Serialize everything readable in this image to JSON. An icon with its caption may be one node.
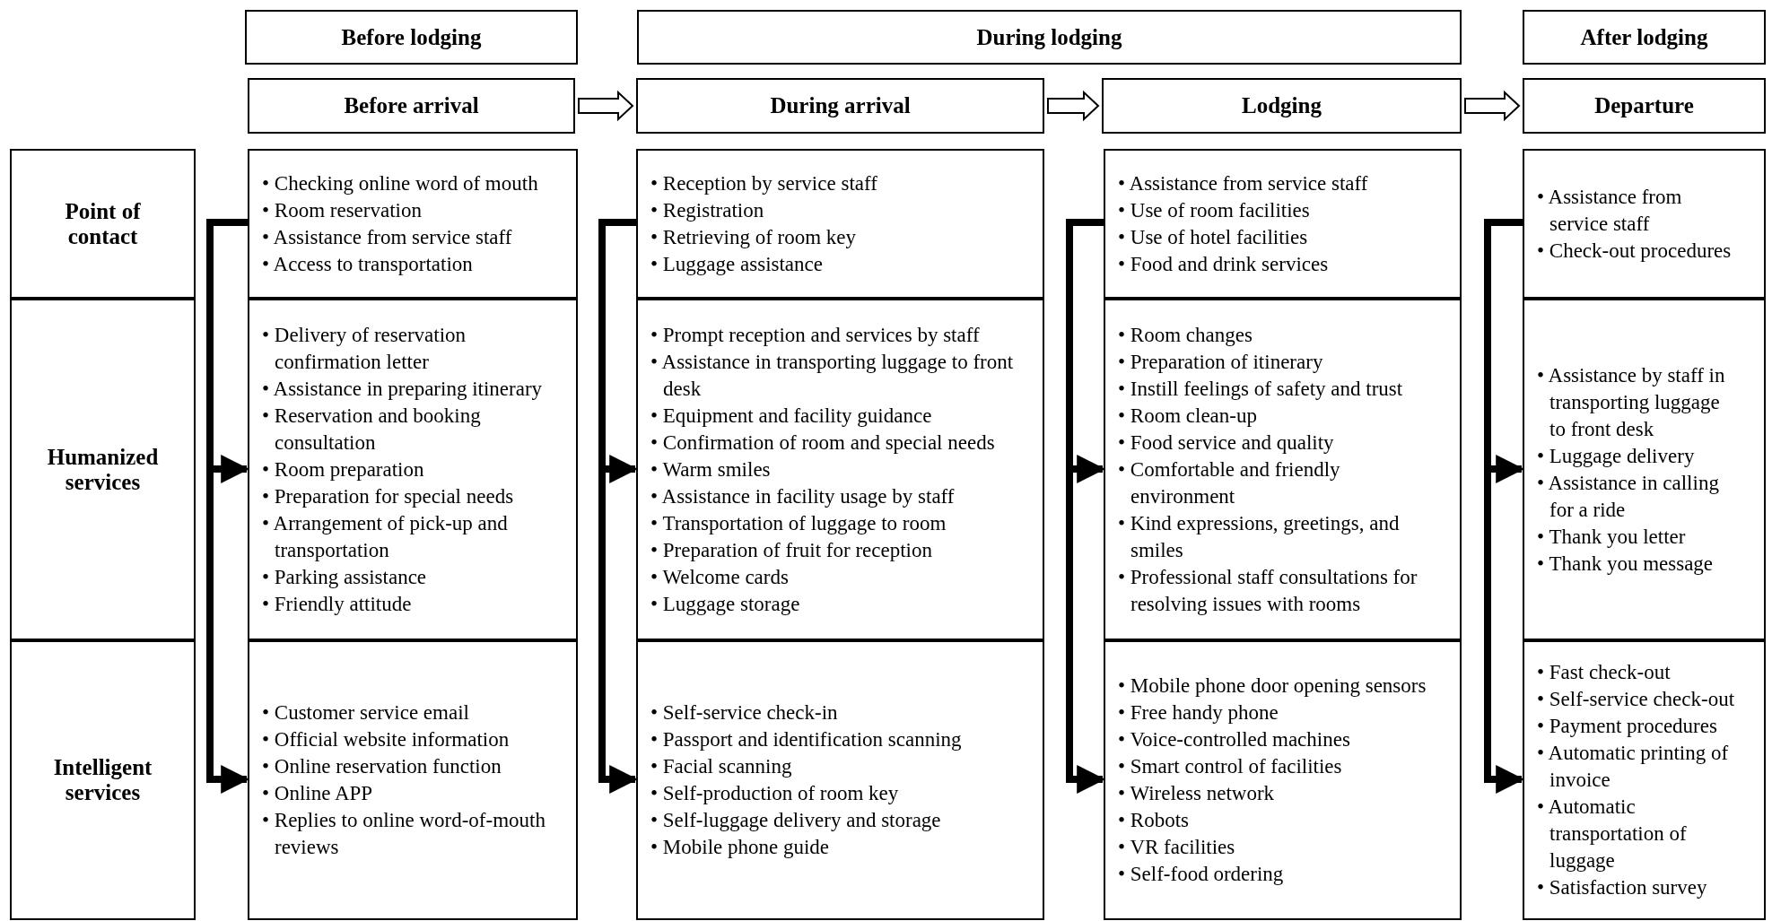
{
  "diagram": {
    "nodes": [
      {
        "text": [
          "Before lodging"
        ]
      },
      {
        "text": [
          "During lodging"
        ]
      },
      {
        "text": [
          "After lodging"
        ]
      },
      {
        "text": [
          "Before arrival"
        ]
      },
      {
        "text": [
          "During arrival"
        ]
      },
      {
        "text": [
          "Lodging"
        ]
      },
      {
        "text": [
          "Departure"
        ]
      },
      {
        "text": [
          "Point of contact"
        ]
      },
      {
        "text": [
          "Humanized services"
        ]
      },
      {
        "text": [
          "Intelligent services"
        ]
      },
      {
        "text": [
          "• Checking online word of mouth",
          "• Room reservation",
          "• Assistance from service staff",
          "• Access to transportation"
        ]
      },
      {
        "text": [
          "• Reception by service staff",
          "• Registration",
          "• Retrieving of room key",
          "• Luggage assistance"
        ]
      },
      {
        "text": [
          "• Assistance from service staff",
          "• Use of room facilities",
          "• Use of hotel facilities",
          "• Food and drink services"
        ]
      },
      {
        "text": [
          "• Assistance from service staff",
          "• Check-out procedures"
        ]
      },
      {
        "text": [
          "• Delivery of reservation confirmation letter",
          "• Assistance in preparing itinerary",
          "• Reservation and booking consultation",
          "• Room preparation",
          "• Preparation for special needs",
          "• Arrangement of pick-up and transportation",
          "• Parking assistance",
          "• Friendly attitude"
        ]
      },
      {
        "text": [
          "• Prompt reception and services by staff",
          "• Assistance in transporting luggage to front desk",
          "• Equipment and facility guidance",
          "• Confirmation of room and special needs",
          "• Warm smiles",
          "• Assistance in facility usage by staff",
          "• Transportation of luggage to room",
          "• Preparation of fruit for reception",
          "• Welcome cards",
          "• Luggage storage"
        ]
      },
      {
        "text": [
          "• Room changes",
          "• Preparation of itinerary",
          "• Instill feelings of safety and trust",
          "• Room clean-up",
          "• Food service and quality",
          "• Comfortable and friendly environment",
          "• Kind expressions, greetings, and smiles",
          "• Professional staff consultations for resolving issues with rooms"
        ]
      },
      {
        "text": [
          "• Assistance by staff in transporting luggage to front desk",
          "• Luggage delivery",
          "• Assistance in calling for a ride",
          "• Thank you letter",
          "• Thank you message"
        ]
      },
      {
        "text": [
          "• Customer service email",
          "• Official website information",
          "• Online reservation function",
          "• Online APP",
          "• Replies to online word-of-mouth reviews"
        ]
      },
      {
        "text": [
          "• Self-service check-in",
          "• Passport and identification scanning",
          "• Facial scanning",
          "• Self-production of room key",
          "• Self-luggage delivery and storage",
          "• Mobile phone guide"
        ]
      },
      {
        "text": [
          "• Mobile phone door opening sensors",
          "• Free handy phone",
          "• Voice-controlled machines",
          "• Smart control of facilities",
          "• Wireless network",
          "• Robots",
          "• VR facilities",
          "• Self-food ordering"
        ]
      },
      {
        "text": [
          "• Fast check-out",
          "• Self-service check-out",
          "• Payment procedures",
          "• Automatic printing of invoice",
          "• Automatic transportation of luggage",
          "• Satisfaction survey"
        ]
      }
    ],
    "edges": [
      {
        "from": 3,
        "to": 4,
        "arrow": "to"
      },
      {
        "from": 4,
        "to": 5,
        "arrow": "to"
      },
      {
        "from": 5,
        "to": 6,
        "arrow": "to"
      },
      {
        "from": 10,
        "to": 14,
        "arrow": "to"
      },
      {
        "from": 10,
        "to": 18,
        "arrow": "to"
      },
      {
        "from": 11,
        "to": 15,
        "arrow": "to"
      },
      {
        "from": 11,
        "to": 19,
        "arrow": "to"
      },
      {
        "from": 12,
        "to": 16,
        "arrow": "to"
      },
      {
        "from": 12,
        "to": 20,
        "arrow": "to"
      },
      {
        "from": 13,
        "to": 17,
        "arrow": "to"
      },
      {
        "from": 13,
        "to": 21,
        "arrow": "to"
      }
    ]
  }
}
